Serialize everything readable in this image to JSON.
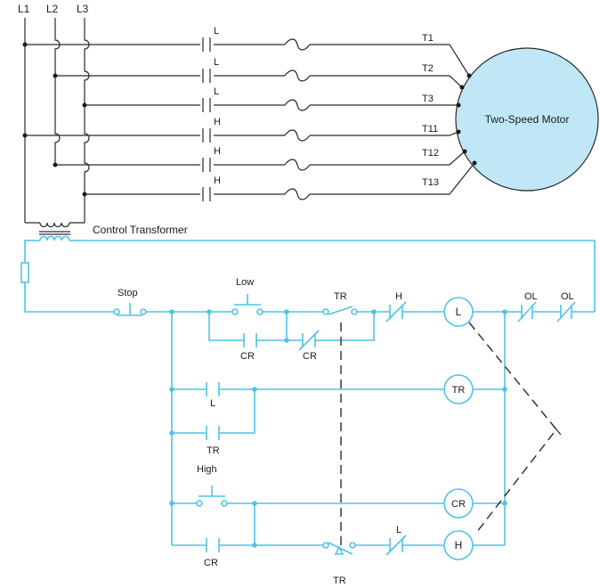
{
  "power": {
    "lines": [
      "L1",
      "L2",
      "L3"
    ],
    "terminals": [
      "T1",
      "T2",
      "T3",
      "T11",
      "T12",
      "T13"
    ],
    "contact_labels": [
      "L",
      "L",
      "L",
      "H",
      "H",
      "H"
    ],
    "motor_label": "Two-Speed Motor",
    "transformer_label": "Control Transformer"
  },
  "control": {
    "stop_label": "Stop",
    "low_label": "Low",
    "high_label": "High",
    "rung1": {
      "tr_contact": "TR",
      "h_contact": "H",
      "cr_contact_a": "CR",
      "cr_contact_b": "CR",
      "coil": "L"
    },
    "rung2": {
      "l_contact": "L",
      "coil": "TR"
    },
    "rung3": {
      "tr_contact": "TR"
    },
    "rung4": {
      "coil": "CR"
    },
    "rung5": {
      "cr_contact": "CR",
      "tr_contact": "TR",
      "l_contact": "L",
      "coil": "H"
    },
    "ol_labels": [
      "OL",
      "OL"
    ]
  },
  "colors": {
    "control_wire": "#4fc3e6",
    "motor_fill": "#bfe7f6",
    "power_wire": "#2a2a2a"
  }
}
